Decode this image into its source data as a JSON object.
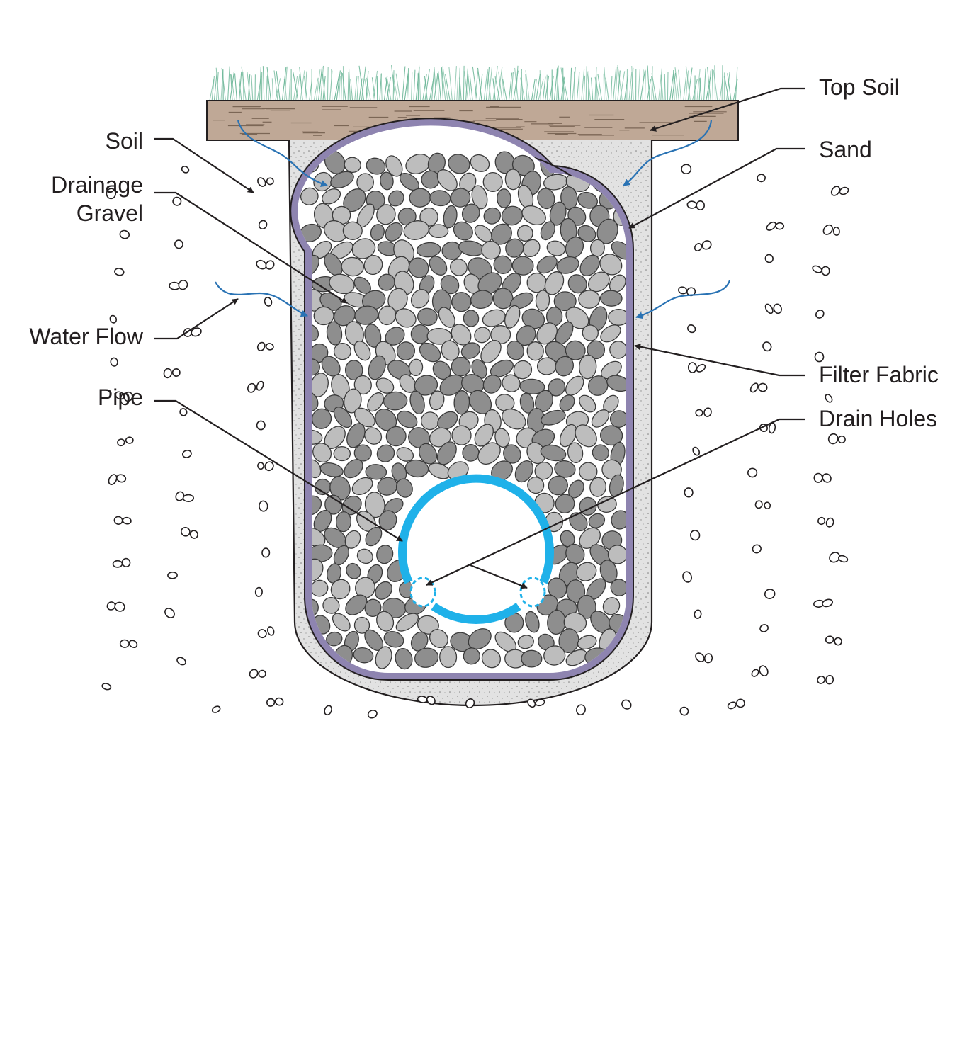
{
  "labels": {
    "top_soil": "Top Soil",
    "soil": "Soil",
    "sand": "Sand",
    "drainage_line1": "Drainage",
    "drainage_line2": "Gravel",
    "water_flow": "Water Flow",
    "filter_fabric": "Filter Fabric",
    "pipe": "Pipe",
    "drain_holes": "Drain Holes"
  },
  "colors": {
    "grass": "#6fb89a",
    "topsoil": "#bfa896",
    "sand": "#e2e2e2",
    "fabric": "#8e84b0",
    "gravel_dark": "#8e8e8e",
    "gravel_light": "#bdbdbd",
    "pipe": "#1fb1e9",
    "water_arrow": "#2a73b4",
    "ink": "#231f20"
  }
}
